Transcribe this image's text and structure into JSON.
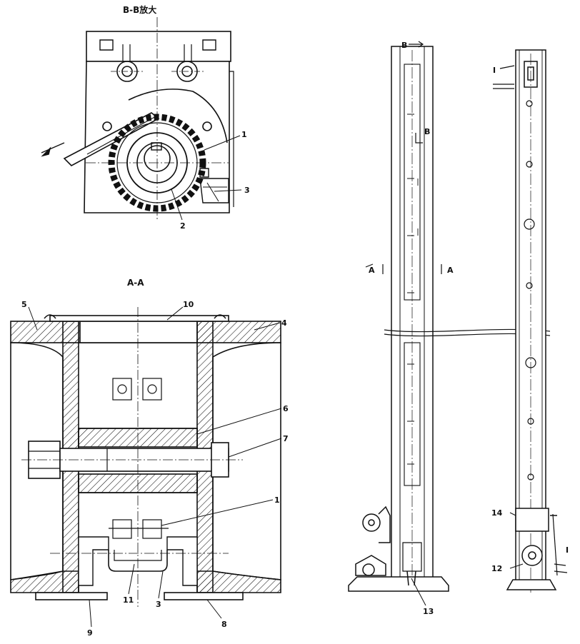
{
  "views": {
    "bb_title": "B-B放大",
    "aa_title": "A-A"
  },
  "callouts": {
    "bb": [
      "1",
      "2",
      "3"
    ],
    "aa": [
      "5",
      "10",
      "4",
      "6",
      "7",
      "1",
      "11",
      "3",
      "9",
      "8"
    ],
    "side": [
      "B",
      "B",
      "A",
      "A",
      "13"
    ],
    "right": [
      "I",
      "14",
      "12",
      "I"
    ]
  },
  "colors": {
    "line": "#111111",
    "paper": "#ffffff"
  }
}
